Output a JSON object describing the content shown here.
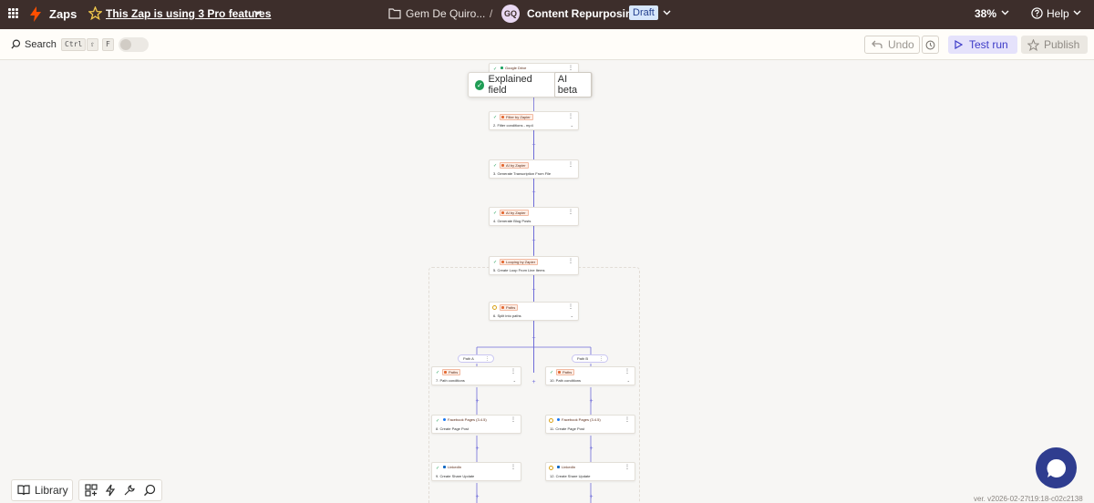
{
  "topbar": {
    "app_name": "Zaps",
    "pro_notice": "This Zap is using 3 Pro features",
    "folder": "Gem De Quiro...",
    "separator": "/",
    "avatar_initials": "GQ",
    "zap_title": "Content Repurposing",
    "status_badge": "Draft",
    "zoom": "38%",
    "help": "Help"
  },
  "toolbar": {
    "search_label": "Search",
    "shortcut_keys": [
      "Ctrl",
      "⇧",
      "F"
    ],
    "undo": "Undo",
    "test_run": "Test run",
    "publish": "Publish"
  },
  "tooltip": {
    "label": "Explained field",
    "badge": "AI beta"
  },
  "steps": [
    {
      "app": "Google Drive",
      "title": "",
      "status": "done"
    },
    {
      "app": "Filter by Zapier",
      "title": "2. Filter conditions - mp4",
      "status": "done"
    },
    {
      "app": "AI by Zapier",
      "title": "3. Generate Transcription From File",
      "status": "done"
    },
    {
      "app": "AI by Zapier",
      "title": "4. Generate Blog Posts",
      "status": "done"
    },
    {
      "app": "Looping by Zapier",
      "title": "5. Create Loop From Line Items",
      "status": "done"
    },
    {
      "app": "Paths",
      "title": "6. Split into paths",
      "status": "pending"
    }
  ],
  "paths": [
    {
      "label": "Path A",
      "steps": [
        {
          "app": "Paths",
          "title": "7. Path conditions",
          "status": "done"
        },
        {
          "app": "Facebook Pages (3.4.5)",
          "title": "8. Create Page Post",
          "status": "done"
        },
        {
          "app": "LinkedIn",
          "title": "9. Create Share Update",
          "status": "done"
        }
      ]
    },
    {
      "label": "Path B",
      "steps": [
        {
          "app": "Paths",
          "title": "10. Path conditions",
          "status": "done"
        },
        {
          "app": "Facebook Pages (3.4.5)",
          "title": "11. Create Page Post",
          "status": "pending"
        },
        {
          "app": "LinkedIn",
          "title": "12. Create Share Update",
          "status": "pending"
        }
      ]
    }
  ],
  "bottom": {
    "library": "Library"
  },
  "version": "ver. v2026-02-27t19:18-c02c2138"
}
